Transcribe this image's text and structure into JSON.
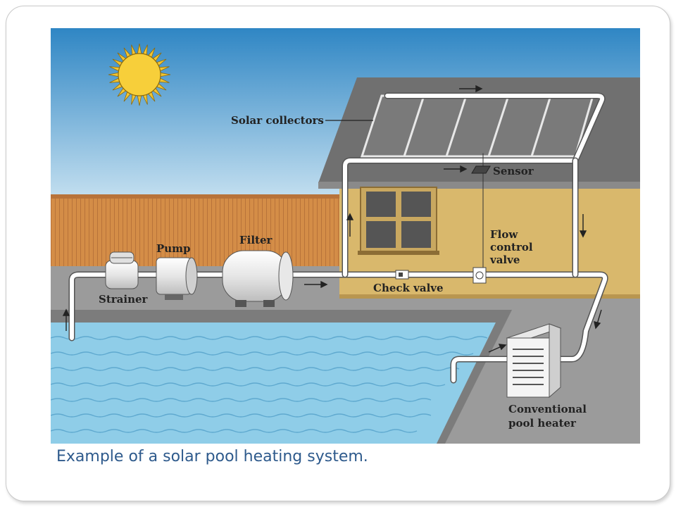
{
  "labels": {
    "solar_collectors": "Solar collectors",
    "sensor": "Sensor",
    "pump": "Pump",
    "filter": "Filter",
    "strainer": "Strainer",
    "check_valve": "Check valve",
    "flow_control_1": "Flow",
    "flow_control_2": "control",
    "flow_control_3": "valve",
    "heater_1": "Conventional",
    "heater_2": "pool heater"
  },
  "caption": "Example of a solar pool heating system.",
  "colors": {
    "sky": "#3a8fc8",
    "roof": "#6f6f6f",
    "wall": "#d9b86c",
    "fence": "#d08a44",
    "deck": "#9a9a9a",
    "water": "#8fcde8",
    "pipe": "#ffffff",
    "sun": "#f2c430",
    "caption": "#2e5a8c"
  }
}
